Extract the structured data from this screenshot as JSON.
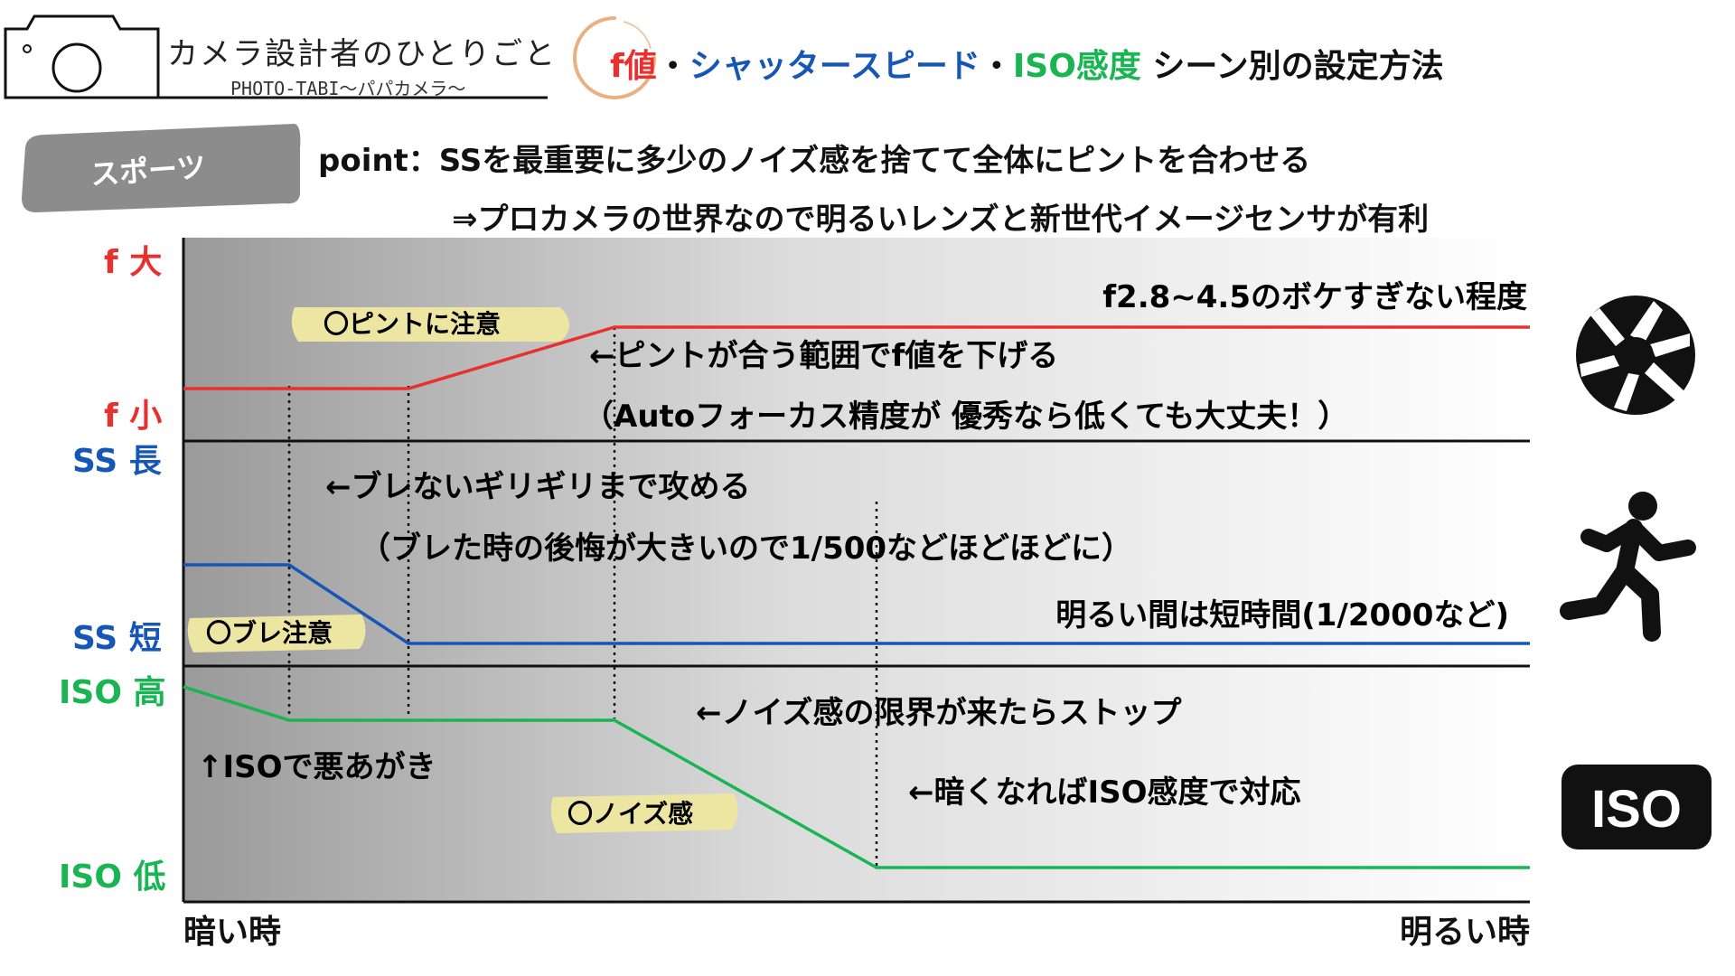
{
  "brand": {
    "title": "カメラ設計者のひとりごと",
    "subtitle": "PHOTO-TABI～パパカメラ～"
  },
  "header": {
    "parts": [
      {
        "text": "f値",
        "color": "#e8312f"
      },
      {
        "text": "・",
        "color": "#111111"
      },
      {
        "text": "シャッタースピード",
        "color": "#1656b5"
      },
      {
        "text": "・",
        "color": "#111111"
      },
      {
        "text": "ISO感度",
        "color": "#19b552"
      },
      {
        "text": " シーン別の設定方法",
        "color": "#111111"
      }
    ]
  },
  "scene": {
    "label": "スポーツ"
  },
  "point": {
    "line1": "point：SSを最重要に多少のノイズ感を捨てて全体にピントを合わせる",
    "line2": "⇒プロカメラの世界なので明るいレンズと新世代イメージセンサが有利"
  },
  "axis": {
    "f_high": "f 大",
    "f_low": "f 小",
    "ss_long": "SS 長",
    "ss_short": "SS 短",
    "iso_high": "ISO 高",
    "iso_low": "ISO 低",
    "x_left": "暗い時",
    "x_right": "明るい時"
  },
  "colors": {
    "f": "#e8312f",
    "ss": "#1656b5",
    "iso": "#19b552",
    "highlight": "#ede6a3",
    "tag": "#8c8c8c"
  },
  "annotations": {
    "f_range": "f2.8~4.5のボケすぎない程度",
    "f_lower": "←ピントが合う範囲でf値を下げる",
    "f_af": "（Autoフォーカス精度が 優秀なら低くても大丈夫！）",
    "ss_limit": "←ブレないギリギリまで攻める",
    "ss_note": "（ブレた時の後悔が大きいので1/500などほどほどに）",
    "ss_bright": "明るい間は短時間(1/2000など)",
    "iso_stop": "←ノイズ感の限界が来たらストップ",
    "iso_dark": "←暗くなればISO感度で対応",
    "iso_struggle": "↑ISOで悪あがき"
  },
  "highlights": {
    "focus": "〇ピントに注意",
    "shake": "〇ブレ注意",
    "noise": "〇ノイズ感"
  },
  "icons": {
    "f": "aperture-icon",
    "ss": "running-person-icon",
    "iso": "iso-icon",
    "iso_text": "ISO"
  }
}
